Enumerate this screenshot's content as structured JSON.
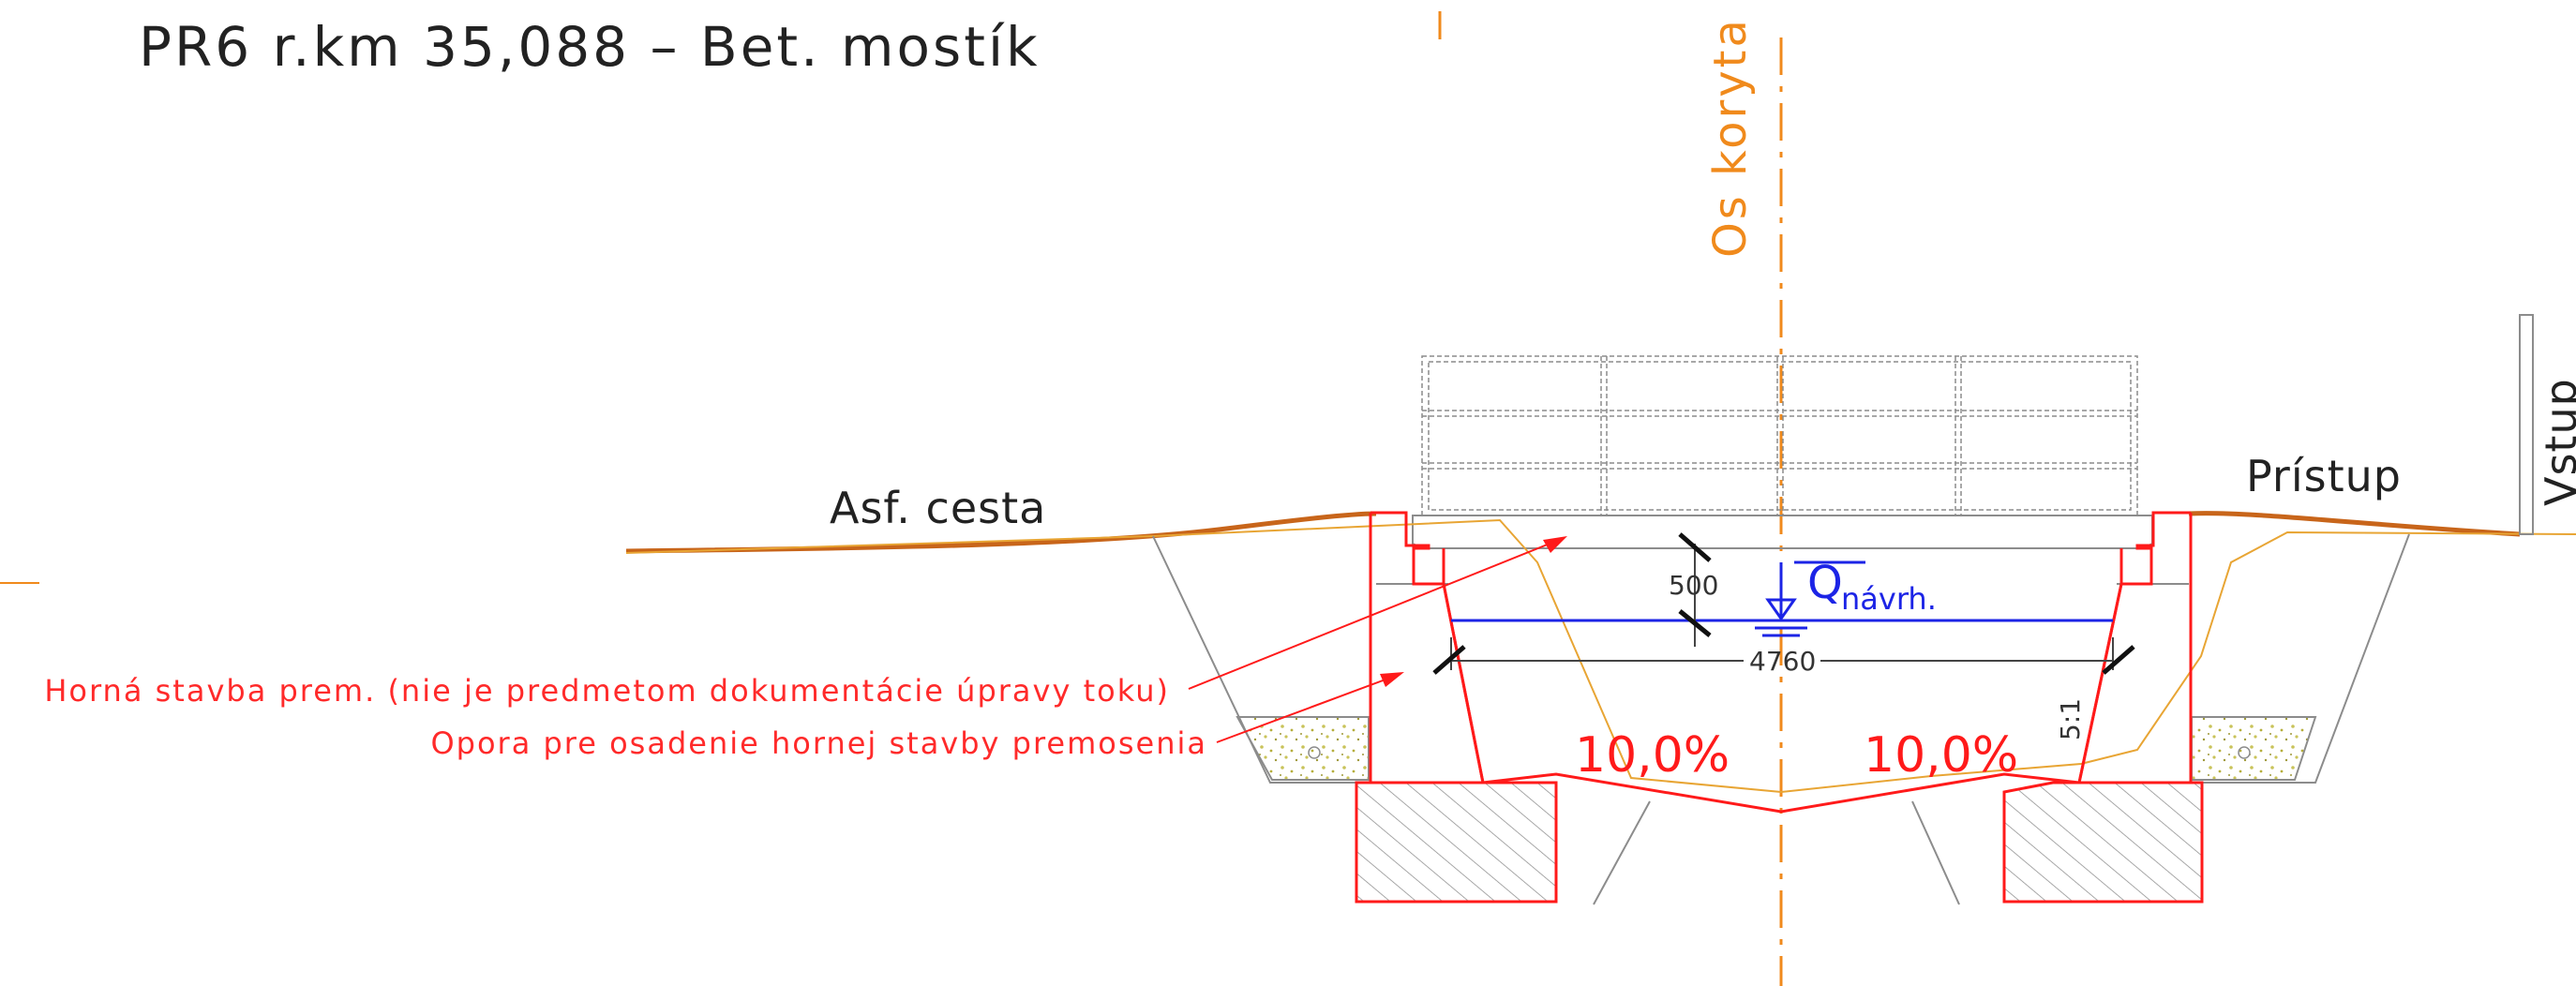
{
  "title": "PR6 r.km 35,088 – Bet. mostík",
  "labels": {
    "road": "Asf. cesta",
    "access": "Prístup",
    "entrance_partial": "Vstup",
    "channel_axis": "Os koryta",
    "superstructure_note": "Horná stavba prem. (nie je predmetom dokumentácie úpravy toku)",
    "support_note": "Opora pre osadenie hornej stavby premosenia",
    "dim_height": "500",
    "dim_width": "4760",
    "discharge_symbol": "Q",
    "discharge_subscript": "návrh.",
    "slope_left": "10,0%",
    "slope_right": "10,0%",
    "wall_slope_ratio": "5:1"
  },
  "colors": {
    "structure_red": "#ff1a1a",
    "axis_orange": "#f08a1c",
    "terrain_orange": "#c8651a",
    "water_blue": "#1c24e6",
    "text_dark": "#222222",
    "outline_gray": "#8c8c8c",
    "fill_sand": "#c9c35a"
  }
}
